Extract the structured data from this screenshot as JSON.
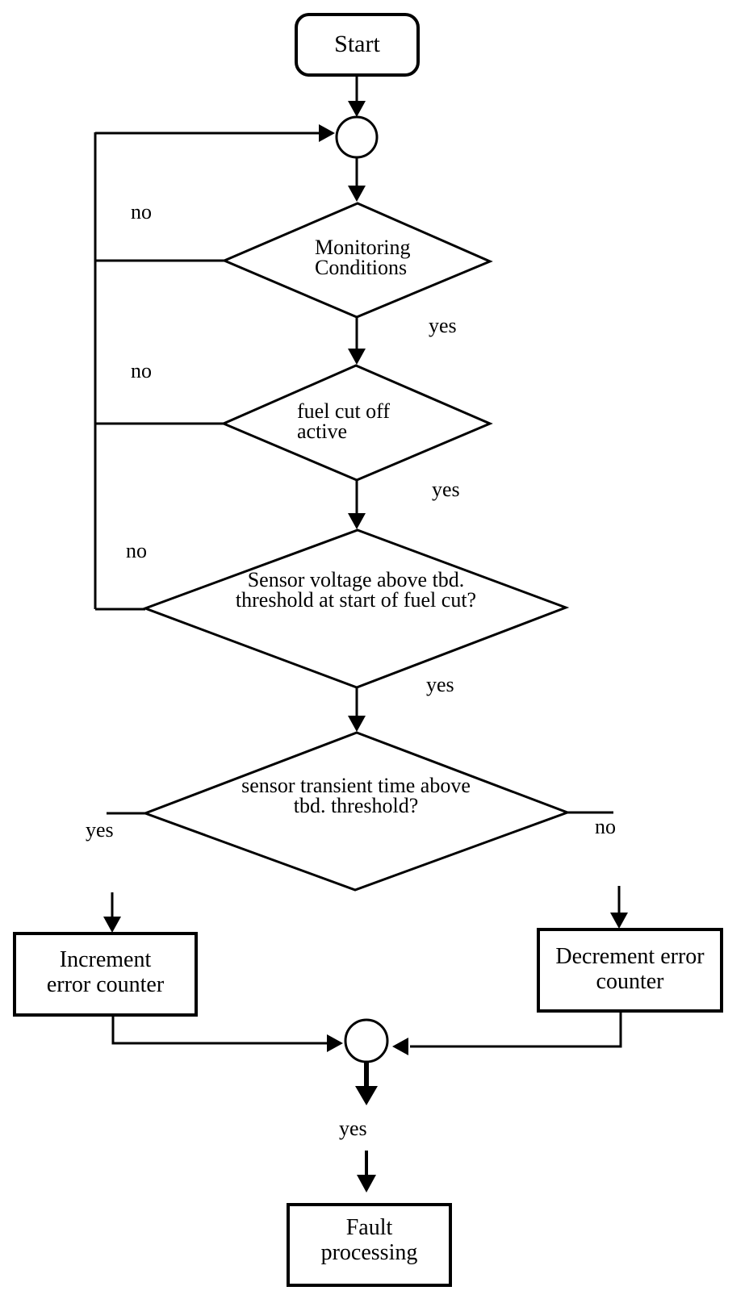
{
  "flowchart": {
    "type": "flowchart",
    "colors": {
      "stroke": "#000000",
      "background": "#ffffff",
      "text": "#000000"
    },
    "nodes": {
      "start": {
        "shape": "rounded-rectangle",
        "label": "Start"
      },
      "merge_top": {
        "shape": "circle",
        "label": ""
      },
      "monitoring_conditions": {
        "shape": "diamond",
        "lines": [
          "Monitoring",
          "Conditions"
        ]
      },
      "fuel_cut_off": {
        "shape": "diamond",
        "lines": [
          "fuel cut off",
          "active"
        ]
      },
      "sensor_voltage": {
        "shape": "diamond",
        "lines": [
          "Sensor voltage above tbd.",
          "threshold at start of fuel cut?"
        ]
      },
      "sensor_transient": {
        "shape": "diamond",
        "lines": [
          "sensor transient time above",
          "tbd. threshold?"
        ]
      },
      "increment_counter": {
        "shape": "rectangle",
        "lines": [
          "Increment",
          "error counter"
        ]
      },
      "decrement_counter": {
        "shape": "rectangle",
        "lines": [
          "Decrement error",
          "counter"
        ]
      },
      "merge_bottom": {
        "shape": "circle",
        "label": ""
      },
      "fault_processing": {
        "shape": "rectangle",
        "lines": [
          "Fault",
          "processing"
        ]
      }
    },
    "edge_labels": {
      "monitoring_no": "no",
      "monitoring_yes": "yes",
      "fuel_no": "no",
      "fuel_yes": "yes",
      "voltage_no": "no",
      "voltage_yes": "yes",
      "transient_yes": "yes",
      "transient_no": "no",
      "merge_yes": "yes"
    }
  }
}
